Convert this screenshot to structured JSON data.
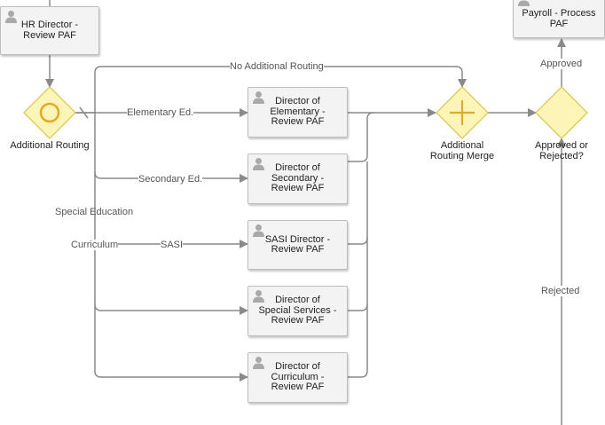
{
  "tasks": {
    "hr_review": "HR Director -\nReview PAF",
    "payroll": "Payroll - Process\nPAF",
    "elementary": "Director of\nElementary -\nReview PAF",
    "secondary": "Director of\nSecondary -\nReview PAF",
    "sasi": "SASI Director -\nReview PAF",
    "special": "Director of\nSpecial Services -\nReview PAF",
    "curriculum": "Director of\nCurriculum -\nReview PAF"
  },
  "gateways": {
    "additional_routing": "Additional Routing",
    "routing_merge": "Additional\nRouting Merge",
    "approved_rejected": "Approved or\nRejected?"
  },
  "flows": {
    "no_additional": "No Additional Routing",
    "elementary": "Elementary Ed.",
    "secondary": "Secondary Ed.",
    "special": "Special Education",
    "sasi": "SASI",
    "curriculum": "Curriculum",
    "approved": "Approved",
    "rejected": "Rejected"
  },
  "colors": {
    "gateway_fill": "#fdf5b7",
    "gateway_stroke": "#d8c64a",
    "gateway_mark": "#e3a92b",
    "line": "#8a8a8a"
  },
  "icons": {
    "task": "user-icon",
    "additional_routing": "circle-marker-icon",
    "routing_merge": "plus-icon"
  }
}
